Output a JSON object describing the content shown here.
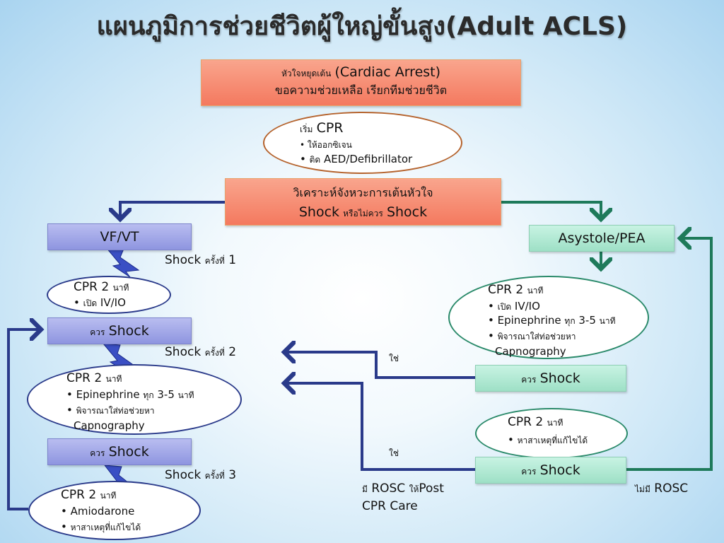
{
  "title": "แผนภูมิการช่วยชีวิตผู้ใหญ่ขั้นสูง(Adult ACLS)",
  "cardiac_arrest": {
    "line1_th": "หัวใจหยุดเต้น",
    "line1_en": "(Cardiac Arrest)",
    "line2": "ขอความช่วยเหลือ เรียกทีมช่วยชีวิต"
  },
  "start_cpr": {
    "th": "เริ่ม",
    "en": "CPR",
    "b1": "ให้ออกซิเจน",
    "b2_th": "ติด",
    "b2_en": "AED/Defibrillator"
  },
  "analyze": {
    "line1": "วิเคราะห์จังหวะการเต้นหัวใจ",
    "shock1": "Shock",
    "or_not": "หรือไม่ควร",
    "shock2": "Shock"
  },
  "left": {
    "vfvt": "VF/VT",
    "shock_no": "Shock",
    "round_label": "ครั้งที่",
    "n1": "1",
    "n2": "2",
    "n3": "3",
    "should": "ควร",
    "shock": "Shock",
    "cpr": "CPR 2",
    "minute": "นาที",
    "open": "เปิด",
    "ivio": "IV/IO",
    "epi": "Epinephrine",
    "every": "ทุก",
    "epi_int": "3-5",
    "consider": "พิจารณาใส่ท่อช่วยหา",
    "capno": "Capnography",
    "amio": "Amiodarone",
    "find_cause": "หาสาเหตุที่แก้ไขได้"
  },
  "right": {
    "asys": "Asystole/PEA",
    "should": "ควร",
    "shock": "Shock",
    "cpr": "CPR 2",
    "minute": "นาที",
    "open": "เปิด",
    "ivio": "IV/IO",
    "epi": "Epinephrine",
    "every": "ทุก",
    "epi_int": "3-5",
    "consider": "พิจารณาใส่ท่อช่วยหา",
    "capno": "Capnography",
    "find_cause": "หาสาเหตุที่แก้ไขได้",
    "yes": "ใช่",
    "rosc_have_th": "มี",
    "rosc": "ROSC",
    "give_th": "ให้",
    "post": "Post",
    "cpr_care": "CPR Care",
    "no_rosc_th": "ไม่มี"
  },
  "colors": {
    "blue_arrow": "#2a3a8a",
    "green_arrow": "#1e7a5a",
    "lightning": "#3a4fc4"
  }
}
